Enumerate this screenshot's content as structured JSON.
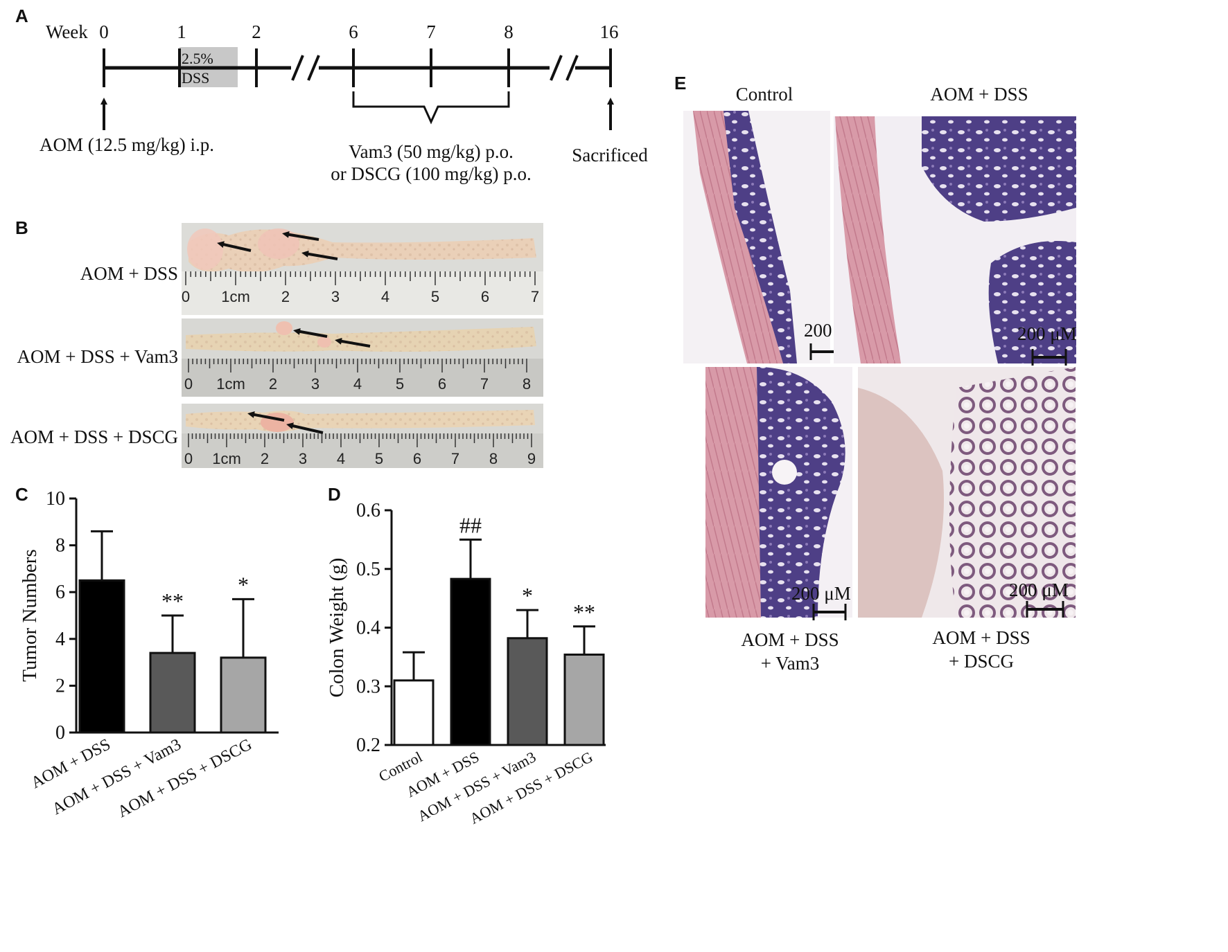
{
  "panels": {
    "A": {
      "letter": "A",
      "week_label": "Week",
      "weeks": [
        "0",
        "1",
        "2",
        "6",
        "7",
        "8",
        "16"
      ],
      "dss_box": [
        "2.5%",
        "DSS"
      ],
      "aom_label": "AOM (12.5 mg/kg) i.p.",
      "treat_label_1": "Vam3 (50 mg/kg) p.o.",
      "treat_label_2": "or DSCG (100 mg/kg) p.o.",
      "sacrificed_label": "Sacrificed"
    },
    "B": {
      "letter": "B",
      "rows": [
        {
          "label": "AOM + DSS",
          "ruler": [
            "0",
            "1cm",
            "2",
            "3",
            "4",
            "5",
            "6",
            "7"
          ],
          "tissue_color": "#ead0b8"
        },
        {
          "label": "AOM + DSS + Vam3",
          "ruler": [
            "0",
            "1cm",
            "2",
            "3",
            "4",
            "5",
            "6",
            "7",
            "8"
          ],
          "tissue_color": "#e6d3b3"
        },
        {
          "label": "AOM + DSS + DSCG",
          "ruler": [
            "0",
            "1cm",
            "2",
            "3",
            "4",
            "5",
            "6",
            "7",
            "8",
            "9"
          ],
          "tissue_color": "#e9d4b6"
        }
      ]
    },
    "E": {
      "letter": "E",
      "top_titles": [
        "Control",
        "AOM + DSS"
      ],
      "bottom_titles": [
        [
          "AOM + DSS",
          "+ Vam3"
        ],
        [
          "AOM + DSS",
          "+ DSCG"
        ]
      ],
      "scale_label": "200 μM",
      "stain_colors": {
        "muscle": "#d89aa8",
        "mucosa": "#4e3f86",
        "background": "#f4f1f4"
      }
    }
  },
  "chart_data": [
    {
      "type": "bar",
      "panel": "C",
      "categories": [
        "AOM + DSS",
        "AOM + DSS + Vam3",
        "AOM + DSS + DSCG"
      ],
      "values": [
        6.5,
        3.4,
        3.2
      ],
      "errors": [
        2.1,
        1.6,
        2.5
      ],
      "significance": [
        "",
        "**",
        "*"
      ],
      "bar_colors": [
        "#000000",
        "#595959",
        "#a6a6a6"
      ],
      "ylabel": "Tumor Numbers",
      "ylim": [
        0,
        10
      ],
      "yticks": [
        "0",
        "2",
        "4",
        "6",
        "8",
        "10"
      ]
    },
    {
      "type": "bar",
      "panel": "D",
      "categories": [
        "Control",
        "AOM + DSS",
        "AOM + DSS + Vam3",
        "AOM + DSS + DSCG"
      ],
      "values": [
        0.31,
        0.483,
        0.382,
        0.354
      ],
      "errors": [
        0.048,
        0.067,
        0.048,
        0.048
      ],
      "significance": [
        "",
        "##",
        "*",
        "**"
      ],
      "bar_colors": [
        "#ffffff",
        "#000000",
        "#595959",
        "#a6a6a6"
      ],
      "ylabel": "Colon Weight (g)",
      "ylim": [
        0.2,
        0.6
      ],
      "yticks": [
        "0.2",
        "0.3",
        "0.4",
        "0.5",
        "0.6"
      ]
    }
  ]
}
